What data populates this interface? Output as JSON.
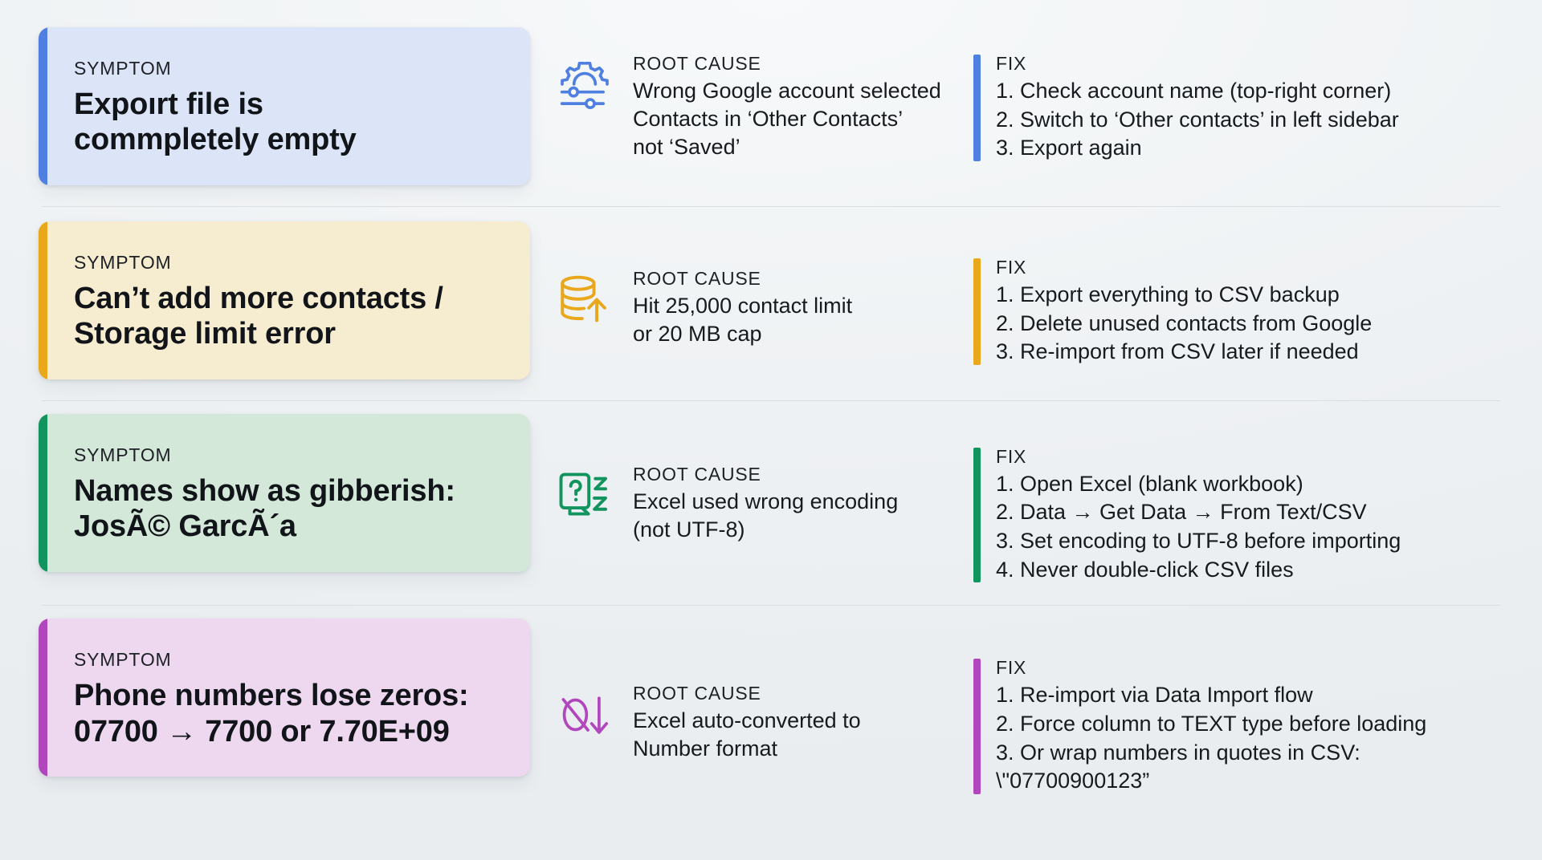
{
  "meta": {
    "label_symptom": "SYMPTOM",
    "label_root_cause": "ROOT CAUSE",
    "label_fix": "FIX"
  },
  "colors": {
    "background": "#eef1f3",
    "blue_accent": "#4f80e1",
    "blue_card": "#dce4f7",
    "amber_accent": "#e9a81b",
    "amber_card": "#f6ecd0",
    "green_accent": "#12945e",
    "green_card": "#d4e8da",
    "purple_accent": "#b146bd",
    "purple_card": "#eed8f0",
    "divider": "#d9dee2"
  },
  "rows": [
    {
      "accent": "#4f80e1",
      "symptom": "Expoırt file is\ncommpletely empty",
      "icon_name": "settings-sliders-icon",
      "root_cause": "Wrong Google account selected\nContacts in ‘Other Contacts’\nnot ‘Saved’",
      "fix_steps": [
        "1. Check account name (top-right corner)",
        "2. Switch to ‘Other contacts’ in left sidebar",
        "3. Export again"
      ]
    },
    {
      "accent": "#e9a81b",
      "symptom": "Can’t add more contacts /\nStorage limit error",
      "icon_name": "database-upload-icon",
      "root_cause": "Hit 25,000 contact limit\nor 20 MB cap",
      "fix_steps": [
        "1. Export everything to CSV backup",
        "2. Delete unused contacts from Google",
        "3. Re-import from CSV later if needed"
      ]
    },
    {
      "accent": "#12945e",
      "symptom": "Names show as gibberish:\nJosÃ© GarcÃ´a",
      "icon_name": "unknown-character-encoding-icon",
      "root_cause": "Excel used wrong encoding\n(not UTF-8)",
      "fix_steps": [
        "1. Open Excel (blank workbook)",
        "2. Data → Get Data → From Text/CSV",
        "3. Set encoding to UTF-8 before importing",
        "4. Never double-click CSV files"
      ]
    },
    {
      "accent": "#b146bd",
      "symptom": "Phone numbers lose zeros:\n07700 → 7700 or 7.70E+09",
      "icon_name": "zero-dropped-down-arrow-icon",
      "root_cause": "Excel auto-converted to\nNumber format",
      "fix_steps": [
        "1. Re-import via Data Import flow",
        "2. Force column to TEXT type before loading",
        "3. Or wrap numbers in quotes in CSV:\n    \\\"07700900123”"
      ]
    }
  ]
}
